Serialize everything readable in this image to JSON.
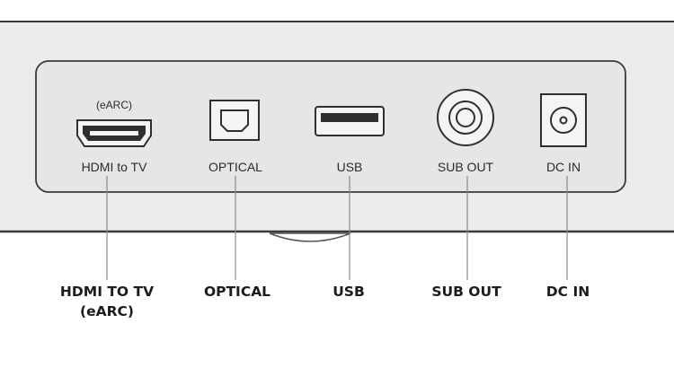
{
  "ports": [
    {
      "id": "hdmi",
      "icon": "hdmi-port-icon",
      "label": "HDMI to TV",
      "sublabel": "(eARC)"
    },
    {
      "id": "optical",
      "icon": "optical-port-icon",
      "label": "OPTICAL"
    },
    {
      "id": "usb",
      "icon": "usb-port-icon",
      "label": "USB"
    },
    {
      "id": "sub_out",
      "icon": "sub-out-port-icon",
      "label": "SUB OUT"
    },
    {
      "id": "dc_in",
      "icon": "dc-in-port-icon",
      "label": "DC IN"
    }
  ],
  "callouts": {
    "hdmi": [
      "HDMI TO TV",
      "(eARC)"
    ],
    "optical": [
      "OPTICAL"
    ],
    "usb": [
      "USB"
    ],
    "sub_out": [
      "SUB OUT"
    ],
    "dc_in": [
      "DC IN"
    ]
  },
  "colors": {
    "device_body": "#ececec",
    "panel_fill": "#e6e6e6",
    "outline": "#2f2f2f",
    "leader_line": "#8a8a8a"
  }
}
